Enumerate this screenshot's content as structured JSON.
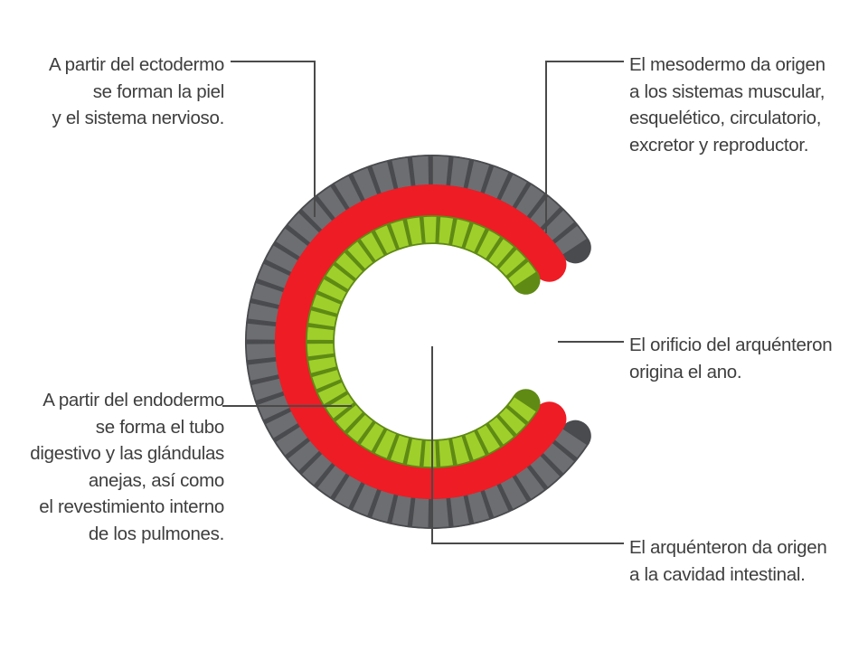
{
  "diagram": {
    "colors": {
      "ectoderm": "#6d6e71",
      "ectoderm_outline": "#4a4b4e",
      "mesoderm": "#ee1c25",
      "endoderm": "#9fcf2a",
      "endoderm_outline": "#5f8a14",
      "leader_line": "#4a4a4a"
    },
    "callouts": {
      "ectodermo": [
        "A partir del ectodermo",
        "se forman la piel",
        "y el sistema nervioso."
      ],
      "endodermo": [
        "A partir del endodermo",
        "se forma el tubo",
        "digestivo y las glándulas",
        "anejas, así como",
        "el revestimiento interno",
        "de los pulmones."
      ],
      "mesodermo": [
        "El mesodermo da origen",
        "a los sistemas muscular,",
        "esquelético, circulatorio,",
        "excretor y reproductor."
      ],
      "orificio": [
        "El orificio del arquénteron",
        "origina el ano."
      ],
      "arquenteron": [
        "El arquénteron da origen",
        "a la cavidad intestinal."
      ]
    }
  }
}
